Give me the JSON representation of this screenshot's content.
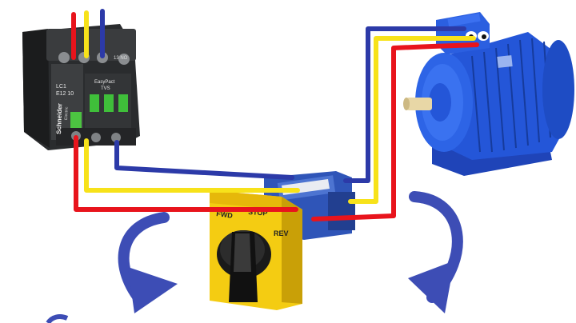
{
  "contactor": {
    "brand": "Schneider",
    "brand_sub": "Electric",
    "model_line1": "LC1",
    "model_line2": "E12 10",
    "series": "EasyPact",
    "series_sub": "TVS",
    "aux_contact": "13 NO"
  },
  "switch": {
    "pos_fwd": "FWD",
    "pos_stop": "STOP",
    "pos_rev": "REV"
  },
  "wire_colors": {
    "red": "#e8141c",
    "yellow": "#f7e21a",
    "blue": "#2c3aa8"
  },
  "arrow_color": "#3d4db5",
  "arrows": [
    "left-rotation-arrow",
    "right-rotation-arrow"
  ]
}
